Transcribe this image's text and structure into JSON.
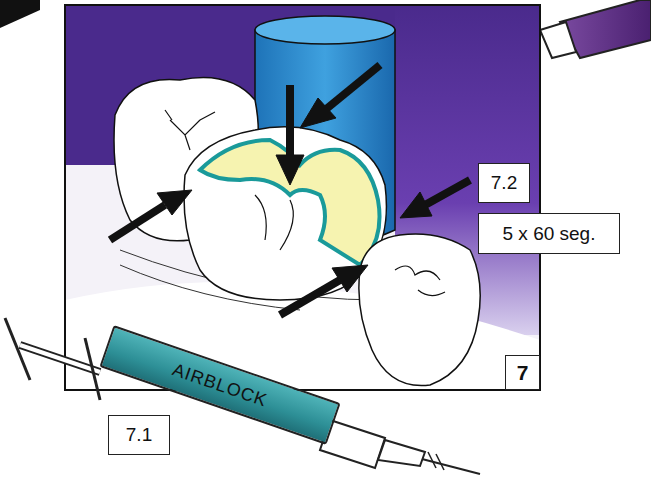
{
  "diagram": {
    "nodes": [
      {
        "text": [
          "7.2"
        ]
      },
      {
        "text": [
          "5 x 60 seg."
        ]
      },
      {
        "text": [
          "7"
        ]
      },
      {
        "text": [
          "AIRBLOCK"
        ]
      },
      {
        "text": [
          "7.1"
        ]
      }
    ]
  }
}
